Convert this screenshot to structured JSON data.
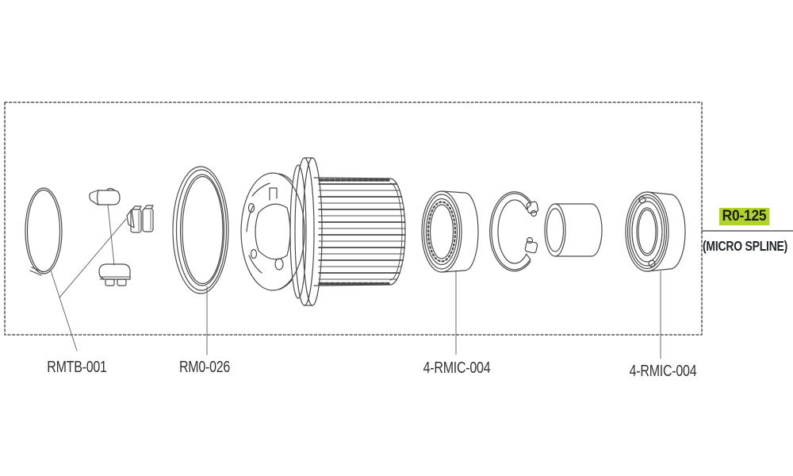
{
  "product": {
    "code": "R0-125",
    "variant": "(MICRO SPLINE)"
  },
  "parts": [
    {
      "name": "retaining-ring",
      "label": "RMTB-001"
    },
    {
      "name": "seal-ring",
      "label": "RM0-026"
    },
    {
      "name": "freehub-bearing",
      "label": "4-RMIC-004"
    },
    {
      "name": "hub-bearing",
      "label": "4-RMIC-004"
    }
  ],
  "drawing_components": [
    "retaining-ring",
    "pawl-spring",
    "pawl-pair",
    "pawl",
    "seal-ring",
    "freehub-body",
    "bearing",
    "circlip",
    "spacer-tube",
    "bearing"
  ],
  "colors": {
    "highlight": "#b0d22b",
    "drawing_line": "#4a4a4a",
    "leader_line": "#6a6a6a",
    "frame_dash": "#333333",
    "label_text": "#333333"
  }
}
